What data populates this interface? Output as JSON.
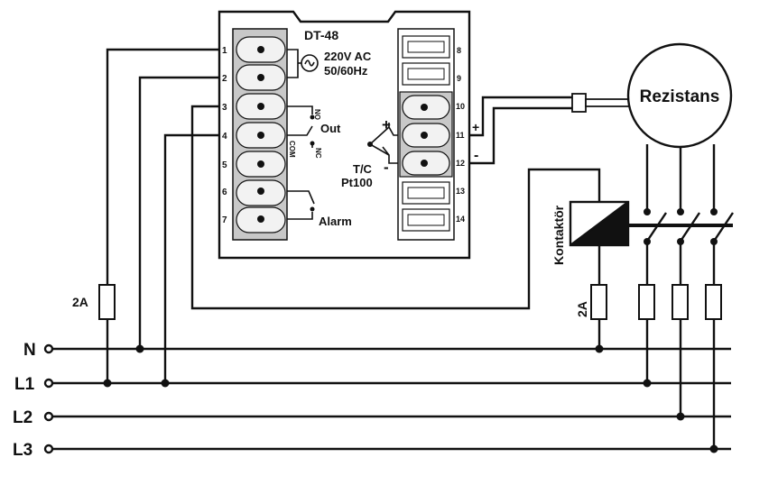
{
  "controller": {
    "model": "DT-48",
    "supply_voltage": "220V AC",
    "supply_freq": "50/60Hz",
    "out_label": "Out",
    "no_label": "NO",
    "com_label": "COM",
    "nc_label": "NC",
    "alarm_label": "Alarm",
    "sensor_line1": "T/C",
    "sensor_line2": "Pt100",
    "sensor_plus": "+",
    "sensor_minus": "-",
    "left_terminals": [
      "1",
      "2",
      "3",
      "4",
      "5",
      "6",
      "7"
    ],
    "right_terminals": [
      "8",
      "9",
      "10",
      "11",
      "12",
      "13",
      "14"
    ],
    "probe_plus": "+",
    "probe_minus": "-"
  },
  "heater": {
    "label": "Rezistans"
  },
  "contactor": {
    "label": "Kontaktör"
  },
  "fuses": {
    "control_fuse": "2A",
    "coil_fuse": "2A"
  },
  "lines": [
    "N",
    "L1",
    "L2",
    "L3"
  ]
}
